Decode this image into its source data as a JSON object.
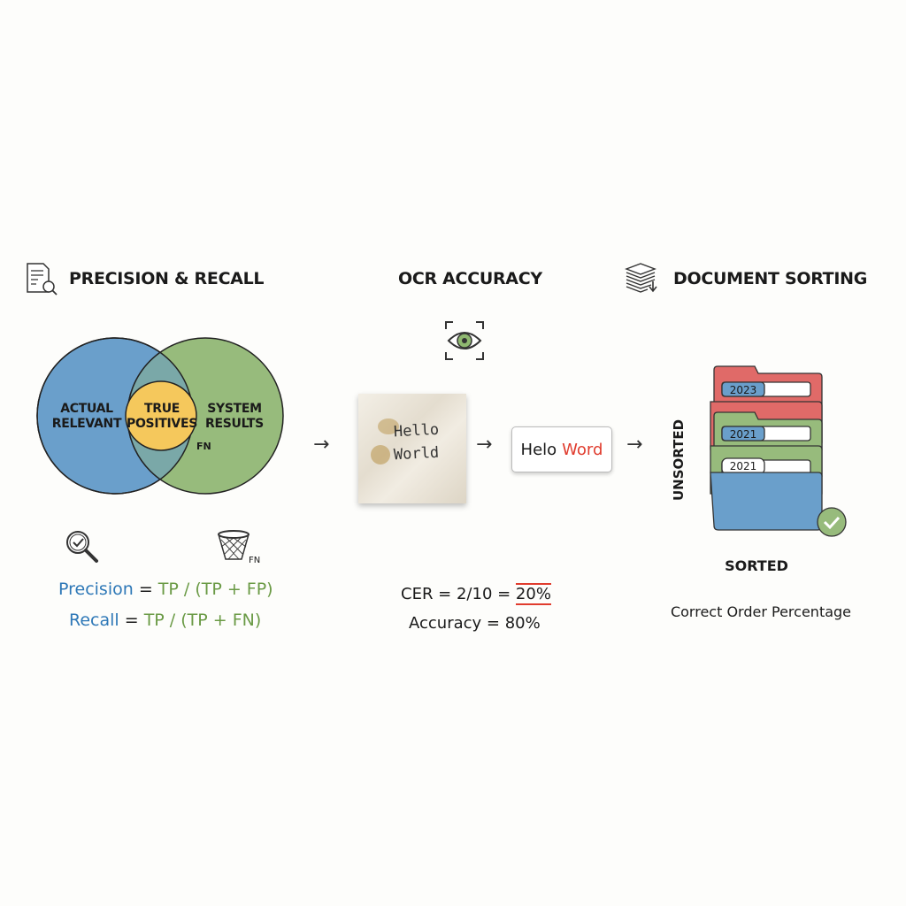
{
  "sections": {
    "precision_recall": {
      "title": "PRECISION & RECALL",
      "venn": {
        "left": "ACTUAL\nRELEVANT",
        "center": "TRUE\nPOSITIVES",
        "right": "SYSTEM\nRESULTS",
        "fn": "FN"
      },
      "basket_label": "FN",
      "precision": {
        "name": "Precision",
        "eq": " = ",
        "formula": "TP / (TP + FP)"
      },
      "recall": {
        "name": "Recall",
        "eq": " = ",
        "formula": "TP / (TP + FN)"
      }
    },
    "ocr": {
      "title": "OCR ACCURACY",
      "paper_text_1": "Hello",
      "paper_text_2": "World",
      "output_word_1": "Helo",
      "output_word_2": "Word",
      "cer_prefix": "CER = 2/10 = ",
      "cer_value": "20%",
      "accuracy": "Accuracy = 80%"
    },
    "sorting": {
      "title": "DOCUMENT SORTING",
      "unsorted": "UNSORTED",
      "tabs": [
        "2023",
        "2021",
        "2021"
      ],
      "sorted": "SORTED",
      "metric": "Correct Order Percentage"
    }
  },
  "colors": {
    "blue": "#6a9fcb",
    "green": "#97bb7c",
    "yellow": "#f5c85c",
    "red": "#e06a68",
    "error": "#e03c2e"
  }
}
